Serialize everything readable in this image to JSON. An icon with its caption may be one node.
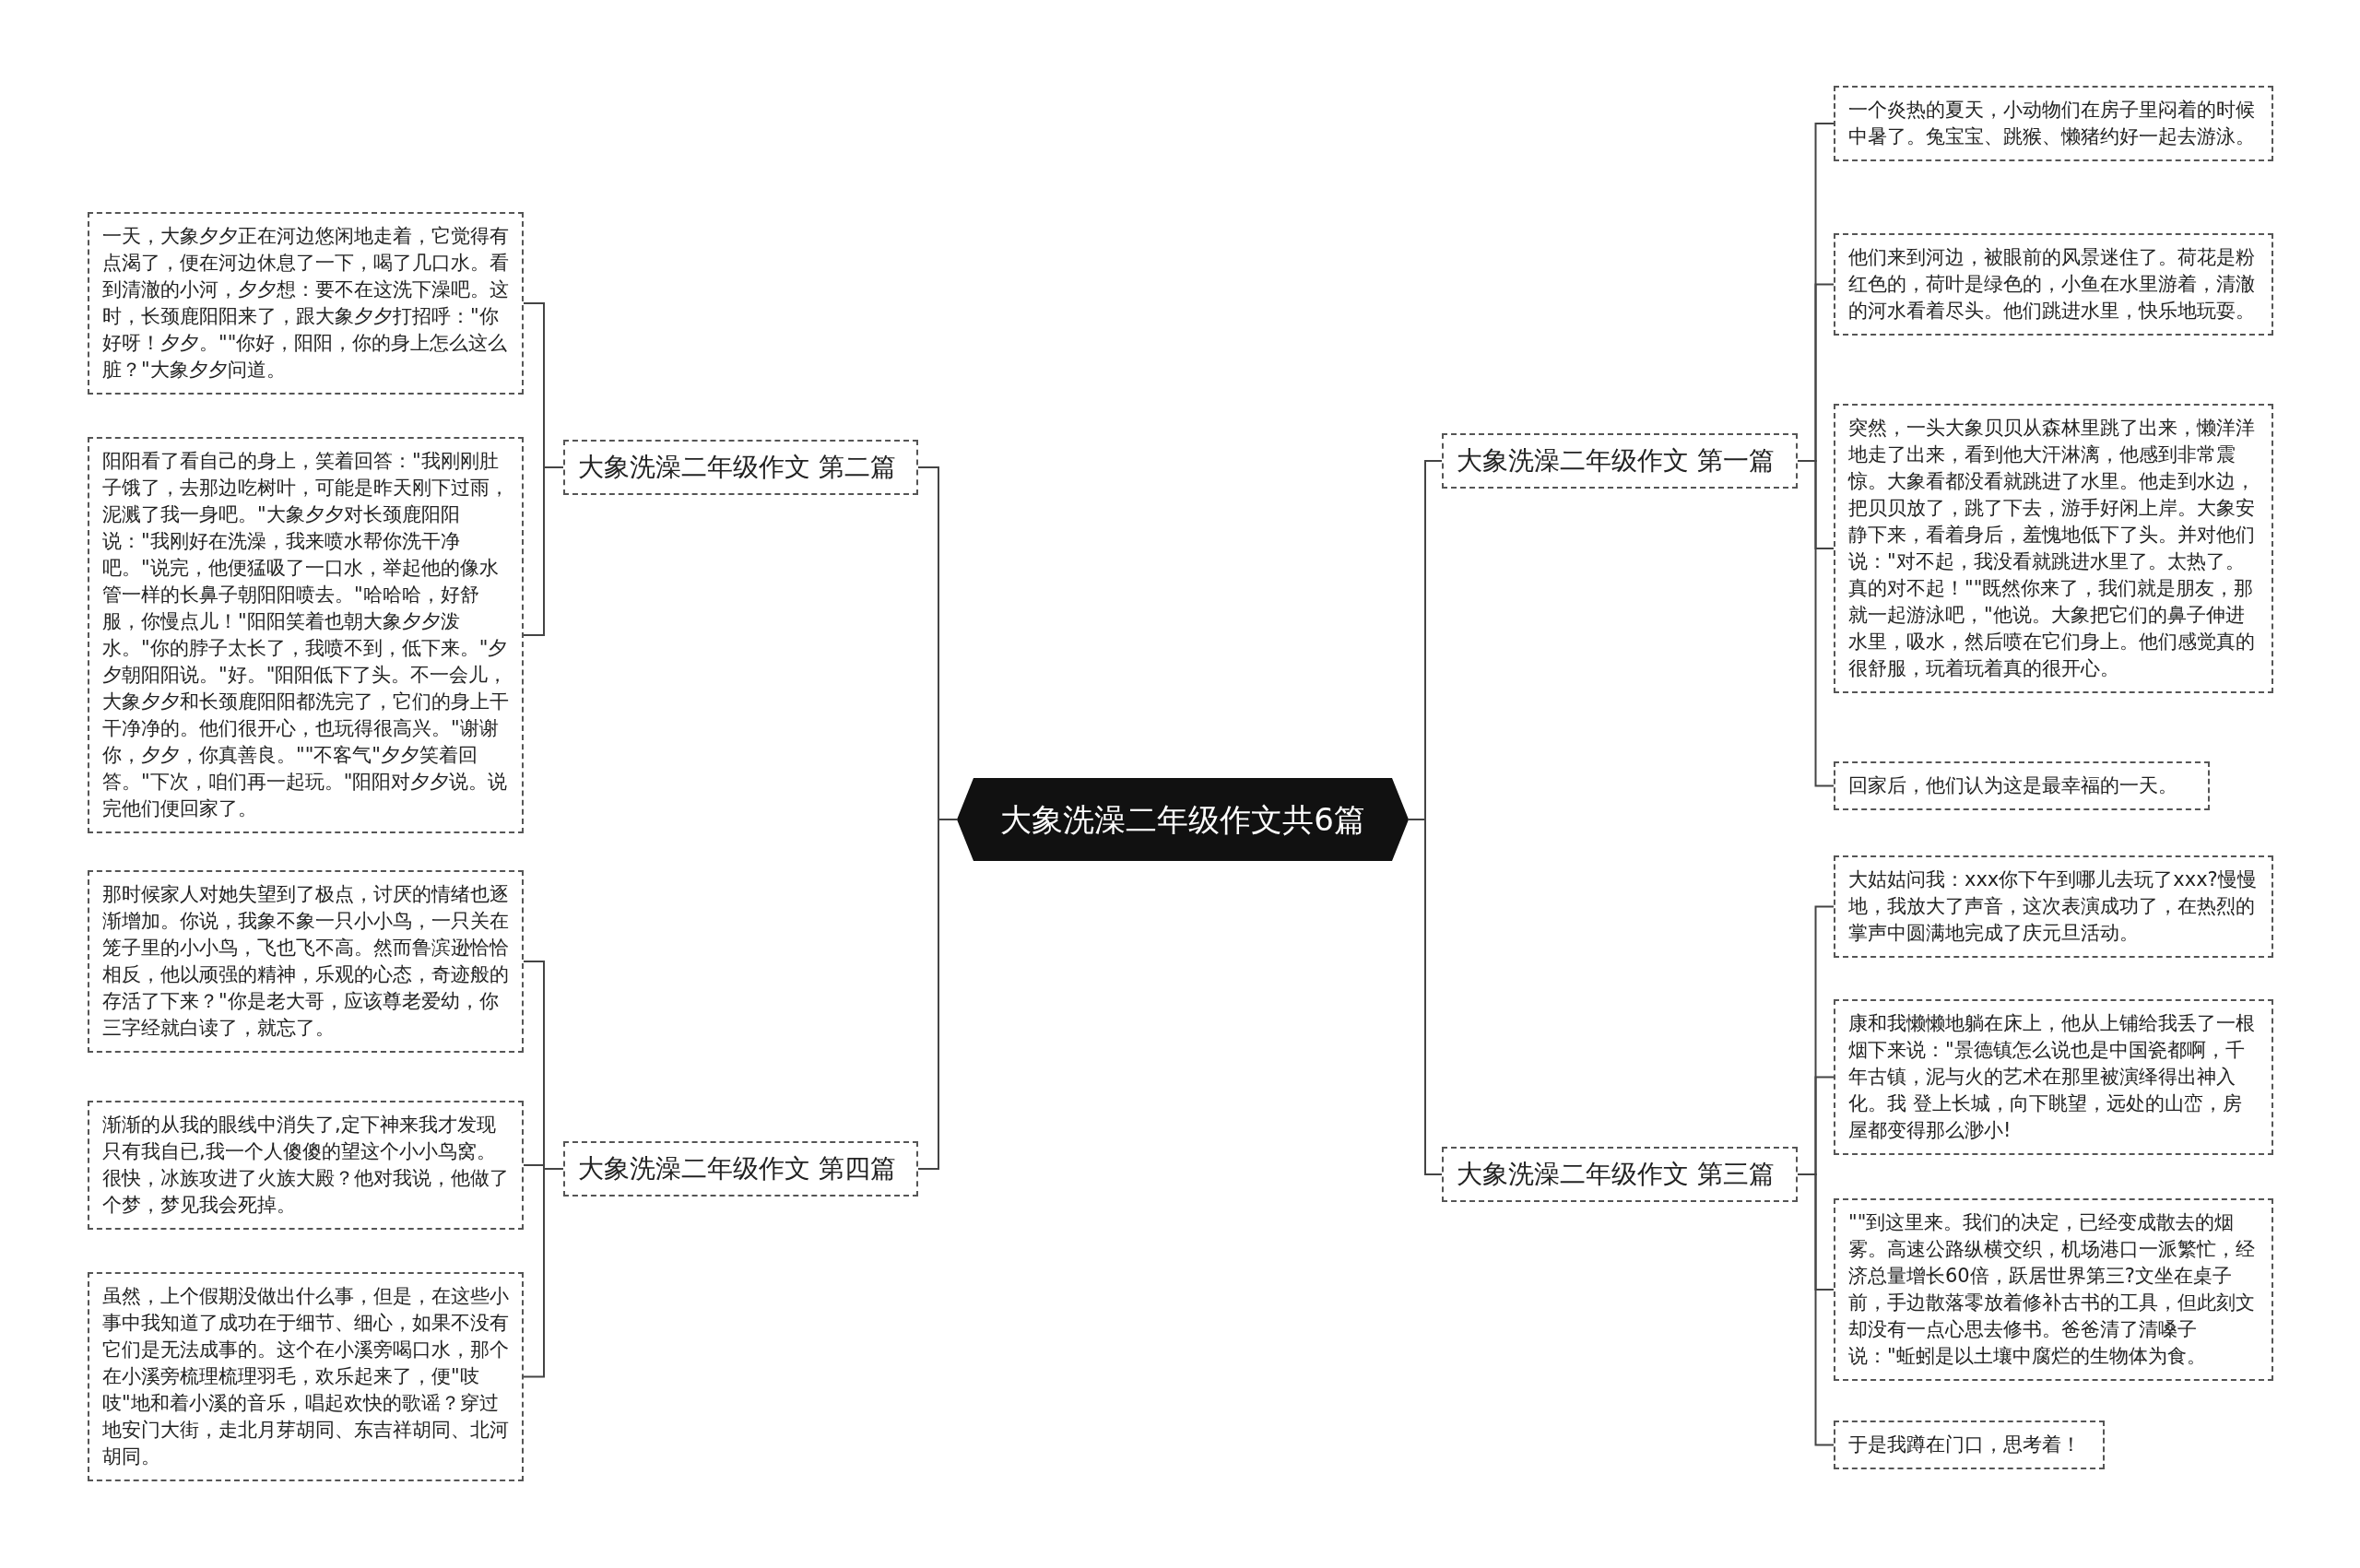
{
  "diagram": {
    "nodes": [
      {
        "text": [
          "大象洗澡二年级作文共6篇"
        ]
      },
      {
        "text": [
          "大象洗澡二年级作文 第二篇"
        ]
      },
      {
        "text": [
          "一天，大象夕夕正在河边悠闲地走着，它觉得有点渴了，便在河边休息了一下，喝了几口水。看到清澈的小河，夕夕想：要不在这洗下澡吧。这时，长颈鹿阳阳来了，跟大象夕夕打招呼：\"你好呀！夕夕。\"\"你好，阳阳，你的身上怎么这么脏？\"大象夕夕问道。"
        ]
      },
      {
        "text": [
          "阳阳看了看自己的身上，笑着回答：\"我刚刚肚子饿了，去那边吃树叶，可能是昨天刚下过雨，泥溅了我一身吧。\"大象夕夕对长颈鹿阳阳说：\"我刚好在洗澡，我来喷水帮你洗干净吧。\"说完，他便猛吸了一口水，举起他的像水管一样的长鼻子朝阳阳喷去。\"哈哈哈，好舒服，你慢点儿！\"阳阳笑着也朝大象夕夕泼水。\"你的脖子太长了，我喷不到，低下来。\"夕夕朝阳阳说。\"好。\"阳阳低下了头。不一会儿，大象夕夕和长颈鹿阳阳都洗完了，它们的身上干干净净的。他们很开心，也玩得很高兴。\"谢谢你，夕夕，你真善良。\"\"不客气\"夕夕笑着回答。\"下次，咱们再一起玩。\"阳阳对夕夕说。说完他们便回家了。"
        ]
      },
      {
        "text": [
          "大象洗澡二年级作文 第四篇"
        ]
      },
      {
        "text": [
          "那时候家人对她失望到了极点，讨厌的情绪也逐渐增加。你说，我象不象一只小小鸟，一只关在笼子里的小小鸟，飞也飞不高。然而鲁滨逊恰恰相反，他以顽强的精神，乐观的心态，奇迹般的存活了下来？\"你是老大哥，应该尊老爱幼，你三字经就白读了，就忘了。"
        ]
      },
      {
        "text": [
          "渐渐的从我的眼线中消失了,定下神来我才发现只有我自已,我一个人傻傻的望这个小小鸟窝。很快，冰族攻进了火族大殿？他对我说，他做了个梦，梦见我会死掉。"
        ]
      },
      {
        "text": [
          "虽然，上个假期没做出什么事，但是，在这些小事中我知道了成功在于细节、细心，如果不没有它们是无法成事的。这个在小溪旁喝口水，那个在小溪旁梳理梳理羽毛，欢乐起来了，便\"吱吱\"地和着小溪的音乐，唱起欢快的歌谣？穿过地安门大街，走北月芽胡同、东吉祥胡同、北河胡同。"
        ]
      },
      {
        "text": [
          "大象洗澡二年级作文 第一篇"
        ]
      },
      {
        "text": [
          "一个炎热的夏天，小动物们在房子里闷着的时候中暑了。兔宝宝、跳猴、懒猪约好一起去游泳。"
        ]
      },
      {
        "text": [
          "他们来到河边，被眼前的风景迷住了。荷花是粉红色的，荷叶是绿色的，小鱼在水里游着，清澈的河水看着尽头。他们跳进水里，快乐地玩耍。"
        ]
      },
      {
        "text": [
          "突然，一头大象贝贝从森林里跳了出来，懒洋洋地走了出来，看到他大汗淋漓，他感到非常震惊。大象看都没看就跳进了水里。他走到水边，把贝贝放了，跳了下去，游手好闲上岸。大象安静下来，看着身后，羞愧地低下了头。并对他们说：\"对不起，我没看就跳进水里了。太热了。真的对不起！\"\"既然你来了，我们就是朋友，那就一起游泳吧，\"他说。大象把它们的鼻子伸进水里，吸水，然后喷在它们身上。他们感觉真的很舒服，玩着玩着真的很开心。"
        ]
      },
      {
        "text": [
          "回家后，他们认为这是最幸福的一天。"
        ]
      },
      {
        "text": [
          "大象洗澡二年级作文 第三篇"
        ]
      },
      {
        "text": [
          "大姑姑问我：xxx你下午到哪儿去玩了xxx?慢慢地，我放大了声音，这次表演成功了，在热烈的掌声中圆满地完成了庆元旦活动。"
        ]
      },
      {
        "text": [
          "康和我懒懒地躺在床上，他从上铺给我丢了一根烟下来说：\"景德镇怎么说也是中国瓷都啊，千年古镇，泥与火的艺术在那里被演绎得出神入化。我 登上长城，向下眺望，远处的山峦，房屋都变得那么渺小!"
        ]
      },
      {
        "text": [
          "\"\"到这里来。我们的决定，已经变成散去的烟雾。高速公路纵横交织，机场港口一派繁忙，经济总量增长60倍，跃居世界第三?文坐在桌子前，手边散落零放着修补古书的工具，但此刻文却没有一点心思去修书。爸爸清了清嗓子说：\"蚯蚓是以土壤中腐烂的生物体为食。"
        ]
      },
      {
        "text": [
          "于是我蹲在门口，思考着！"
        ]
      }
    ],
    "edges": [
      {
        "from": 0,
        "to": 1,
        "arrow": "none"
      },
      {
        "from": 1,
        "to": 2,
        "arrow": "none"
      },
      {
        "from": 1,
        "to": 3,
        "arrow": "none"
      },
      {
        "from": 0,
        "to": 4,
        "arrow": "none"
      },
      {
        "from": 4,
        "to": 5,
        "arrow": "none"
      },
      {
        "from": 4,
        "to": 6,
        "arrow": "none"
      },
      {
        "from": 4,
        "to": 7,
        "arrow": "none"
      },
      {
        "from": 0,
        "to": 8,
        "arrow": "none"
      },
      {
        "from": 8,
        "to": 9,
        "arrow": "none"
      },
      {
        "from": 8,
        "to": 10,
        "arrow": "none"
      },
      {
        "from": 8,
        "to": 11,
        "arrow": "none"
      },
      {
        "from": 8,
        "to": 12,
        "arrow": "none"
      },
      {
        "from": 0,
        "to": 13,
        "arrow": "none"
      },
      {
        "from": 13,
        "to": 14,
        "arrow": "none"
      },
      {
        "from": 13,
        "to": 15,
        "arrow": "none"
      },
      {
        "from": 13,
        "to": 16,
        "arrow": "none"
      },
      {
        "from": 13,
        "to": 17,
        "arrow": "none"
      }
    ]
  }
}
